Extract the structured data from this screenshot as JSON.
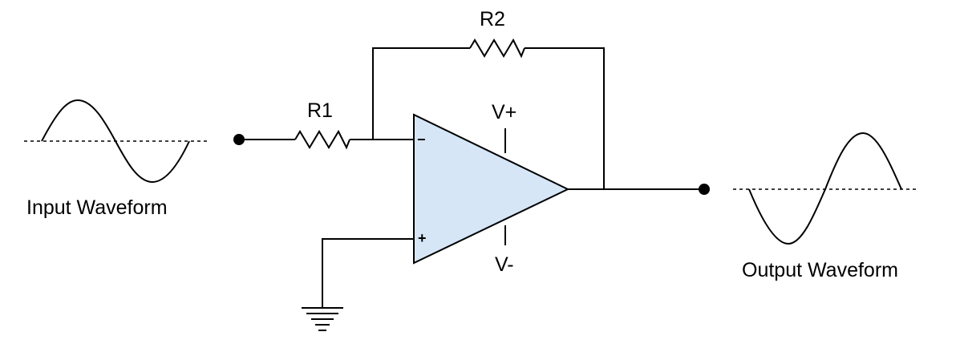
{
  "diagram": {
    "components": {
      "r1": "R1",
      "r2": "R2",
      "v_plus": "V+",
      "v_minus": "V-",
      "inverting_input": "−",
      "non_inverting_input": "+"
    },
    "waveforms": {
      "input_label": "Input Waveform",
      "output_label": "Output Waveform"
    },
    "colors": {
      "opamp_fill": "#d6e6f7",
      "line": "#000000",
      "background": "#ffffff"
    }
  }
}
